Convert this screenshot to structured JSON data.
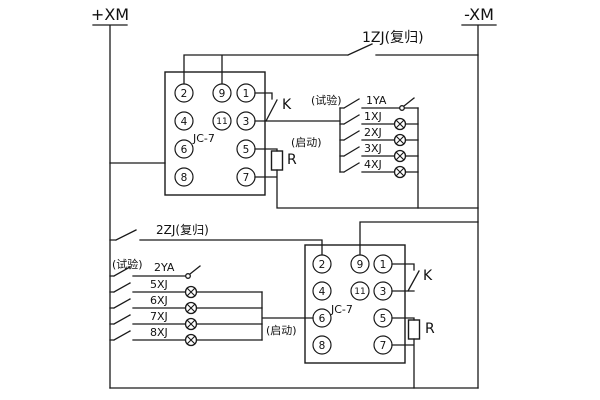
{
  "rails": {
    "positive": "+XM",
    "negative": "-XM"
  },
  "group1": {
    "reset_switch": "1ZJ(复归)",
    "relay_model": "JC-7",
    "terminals": [
      "2",
      "9",
      "1",
      "4",
      "11",
      "3",
      "6",
      "5",
      "8",
      "7"
    ],
    "contact": "K",
    "resistor": "R",
    "test_label": "(试验)",
    "start_label": "(启动)",
    "test_jack": "1YA",
    "lamps": [
      "1XJ",
      "2XJ",
      "3XJ",
      "4XJ"
    ]
  },
  "group2": {
    "reset_switch": "2ZJ(复归)",
    "relay_model": "JC-7",
    "terminals": [
      "2",
      "9",
      "1",
      "4",
      "11",
      "3",
      "6",
      "5",
      "8",
      "7"
    ],
    "contact": "K",
    "resistor": "R",
    "test_label": "(试验)",
    "start_label": "(启动)",
    "test_jack": "2YA",
    "lamps": [
      "5XJ",
      "6XJ",
      "7XJ",
      "8XJ"
    ]
  }
}
